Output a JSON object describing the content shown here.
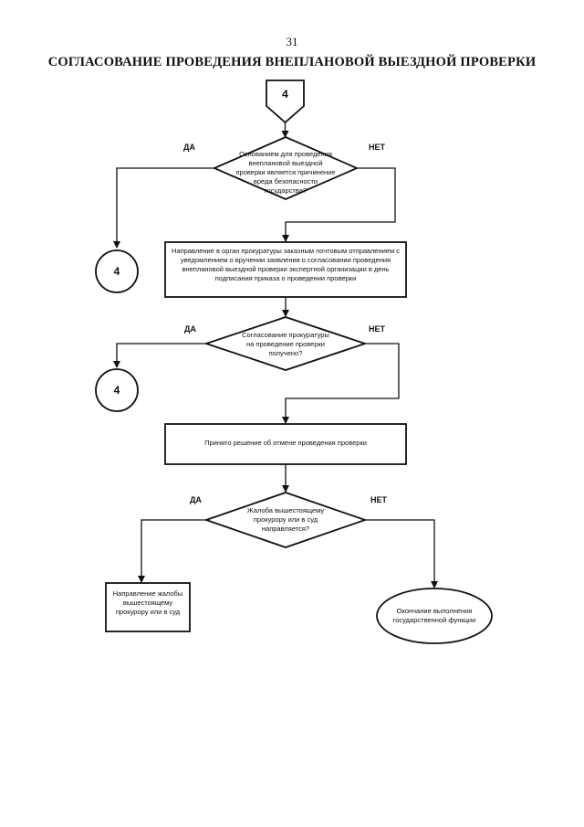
{
  "page": {
    "number": "31",
    "title": "СОГЛАСОВАНИЕ ПРОВЕДЕНИЯ ВНЕПЛАНОВОЙ ВЫЕЗДНОЙ ПРОВЕРКИ"
  },
  "flow": {
    "start_connector": "4",
    "decision1": {
      "text": "Основанием для проведения внеплановой выездной проверки является причинение вреда безопасности государства?",
      "yes": "ДА",
      "no": "НЕТ"
    },
    "connector_a": "4",
    "process1": "Направление в орган прокуратуры заказным почтовым отправлением с уведомлением о вручении заявления о согласовании проведения внеплановой выездной проверки экспертной организации в день подписания приказа о проведении проверки",
    "decision2": {
      "text": "Согласование прокуратуры на проведение проверки получено?",
      "yes": "ДА",
      "no": "НЕТ"
    },
    "connector_b": "4",
    "process2": "Принято решение об отмене проведения проверки",
    "decision3": {
      "text": "Жалоба вышестоящему прокурору или в суд направляется?",
      "yes": "ДА",
      "no": "НЕТ"
    },
    "process3": "Направление жалобы вышестоящему прокурору или в суд",
    "end": "Окончание выполнения государственной функции"
  }
}
